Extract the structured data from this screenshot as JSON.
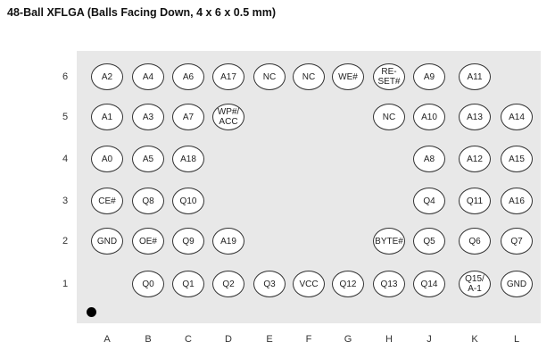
{
  "title": "48-Ball XFLGA (Balls Facing Down, 4 x 6 x 0.5 mm)",
  "rows": [
    "6",
    "5",
    "4",
    "3",
    "2",
    "1"
  ],
  "columns": [
    "A",
    "B",
    "C",
    "D",
    "E",
    "F",
    "G",
    "H",
    "J",
    "K",
    "L"
  ],
  "pin1_marker": "pin-1-dot",
  "balls": [
    {
      "row": "6",
      "col": "A",
      "label": "A2"
    },
    {
      "row": "6",
      "col": "B",
      "label": "A4"
    },
    {
      "row": "6",
      "col": "C",
      "label": "A6"
    },
    {
      "row": "6",
      "col": "D",
      "label": "A17"
    },
    {
      "row": "6",
      "col": "E",
      "label": "NC"
    },
    {
      "row": "6",
      "col": "F",
      "label": "NC"
    },
    {
      "row": "6",
      "col": "G",
      "label": "WE#"
    },
    {
      "row": "6",
      "col": "H",
      "label": "RE-\nSET#"
    },
    {
      "row": "6",
      "col": "J",
      "label": "A9"
    },
    {
      "row": "6",
      "col": "K",
      "label": "A11"
    },
    {
      "row": "5",
      "col": "A",
      "label": "A1"
    },
    {
      "row": "5",
      "col": "B",
      "label": "A3"
    },
    {
      "row": "5",
      "col": "C",
      "label": "A7"
    },
    {
      "row": "5",
      "col": "D",
      "label": "WP#/\nACC"
    },
    {
      "row": "5",
      "col": "H",
      "label": "NC"
    },
    {
      "row": "5",
      "col": "J",
      "label": "A10"
    },
    {
      "row": "5",
      "col": "K",
      "label": "A13"
    },
    {
      "row": "5",
      "col": "L",
      "label": "A14"
    },
    {
      "row": "4",
      "col": "A",
      "label": "A0"
    },
    {
      "row": "4",
      "col": "B",
      "label": "A5"
    },
    {
      "row": "4",
      "col": "C",
      "label": "A18"
    },
    {
      "row": "4",
      "col": "J",
      "label": "A8"
    },
    {
      "row": "4",
      "col": "K",
      "label": "A12"
    },
    {
      "row": "4",
      "col": "L",
      "label": "A15"
    },
    {
      "row": "3",
      "col": "A",
      "label": "CE#"
    },
    {
      "row": "3",
      "col": "B",
      "label": "Q8"
    },
    {
      "row": "3",
      "col": "C",
      "label": "Q10"
    },
    {
      "row": "3",
      "col": "J",
      "label": "Q4"
    },
    {
      "row": "3",
      "col": "K",
      "label": "Q11"
    },
    {
      "row": "3",
      "col": "L",
      "label": "A16"
    },
    {
      "row": "2",
      "col": "A",
      "label": "GND"
    },
    {
      "row": "2",
      "col": "B",
      "label": "OE#"
    },
    {
      "row": "2",
      "col": "C",
      "label": "Q9"
    },
    {
      "row": "2",
      "col": "D",
      "label": "A19"
    },
    {
      "row": "2",
      "col": "H",
      "label": "BYTE#"
    },
    {
      "row": "2",
      "col": "J",
      "label": "Q5"
    },
    {
      "row": "2",
      "col": "K",
      "label": "Q6"
    },
    {
      "row": "2",
      "col": "L",
      "label": "Q7"
    },
    {
      "row": "1",
      "col": "B",
      "label": "Q0"
    },
    {
      "row": "1",
      "col": "C",
      "label": "Q1"
    },
    {
      "row": "1",
      "col": "D",
      "label": "Q2"
    },
    {
      "row": "1",
      "col": "E",
      "label": "Q3"
    },
    {
      "row": "1",
      "col": "F",
      "label": "VCC"
    },
    {
      "row": "1",
      "col": "G",
      "label": "Q12"
    },
    {
      "row": "1",
      "col": "H",
      "label": "Q13"
    },
    {
      "row": "1",
      "col": "J",
      "label": "Q14"
    },
    {
      "row": "1",
      "col": "K",
      "label": "Q15/\nA-1"
    },
    {
      "row": "1",
      "col": "L",
      "label": "GND"
    }
  ]
}
